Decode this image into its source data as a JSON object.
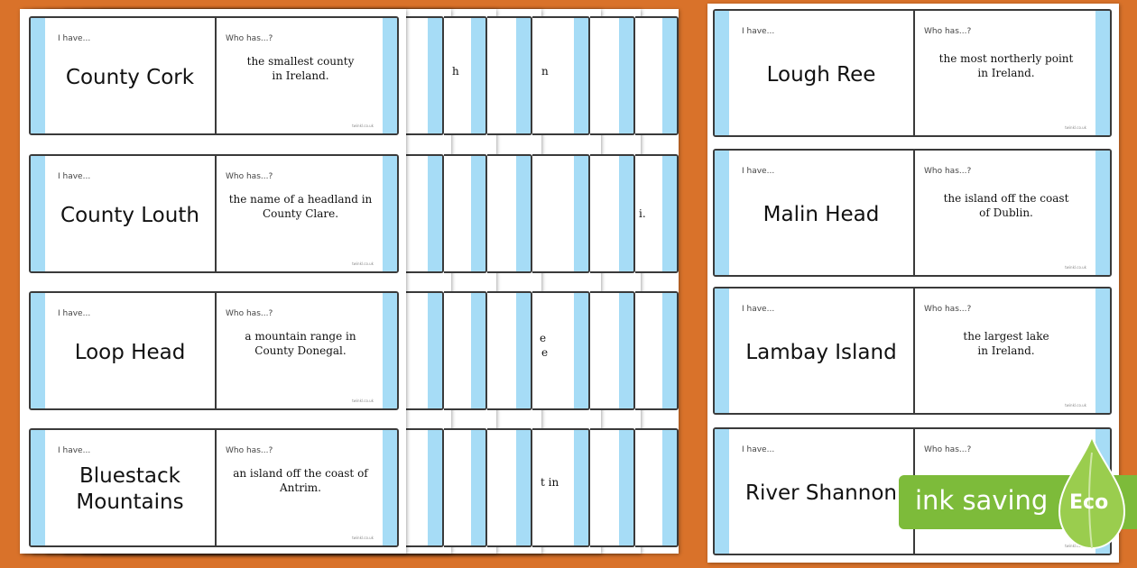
{
  "labels": {
    "i_have": "I have...",
    "who_has": "Who has...?",
    "footer": "twinkl.co.uk"
  },
  "left_cards": [
    {
      "answer": "County Cork",
      "clue": "the smallest county\nin Ireland."
    },
    {
      "answer": "County Louth",
      "clue": "the name of a headland in\nCounty Clare."
    },
    {
      "answer": "Loop Head",
      "clue": "a mountain range in\nCounty Donegal."
    },
    {
      "answer": "Bluestack\nMountains",
      "clue": "an island off the coast of\nAntrim."
    }
  ],
  "right_cards": [
    {
      "answer": "Lough Ree",
      "clue": "the most northerly point\nin Ireland."
    },
    {
      "answer": "Malin Head",
      "clue": "the island off the coast\nof Dublin."
    },
    {
      "answer": "Lambay Island",
      "clue": "the largest lake\nin Ireland."
    },
    {
      "answer": "River Shannon",
      "clue": ""
    }
  ],
  "stub_fragments": [
    "h",
    "n",
    "i.",
    "e",
    "e",
    "t in"
  ],
  "badge": {
    "text": "ink saving",
    "eco": "Eco"
  },
  "colors": {
    "background": "#d9722a",
    "strip": "#a6dcf6",
    "badge": "#7dbb3a"
  }
}
